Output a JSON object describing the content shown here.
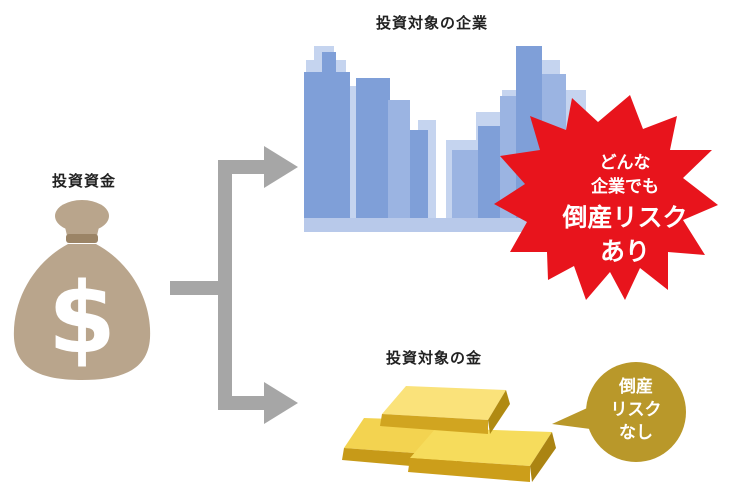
{
  "labels": {
    "funds": "投資資金",
    "company_target": "投資対象の企業",
    "gold_target": "投資対象の金"
  },
  "company_burst": {
    "line1": "どんな",
    "line2": "企業でも",
    "line3": "倒産リスク",
    "line4": "あり"
  },
  "gold_bubble": {
    "line1": "倒産",
    "line2": "リスク",
    "line3": "なし"
  },
  "icons": {
    "money_bag": "money-bag-icon",
    "buildings": "buildings-illustration",
    "gold_bars": "gold-bars-illustration"
  },
  "colors": {
    "bag": "#b9a58c",
    "arrow": "#a6a6a6",
    "building_dark": "#7f9fd8",
    "building_light": "#c5d4ef",
    "burst": "#e8141c",
    "gold": "#e2b72a",
    "bubble": "#b9982a"
  }
}
